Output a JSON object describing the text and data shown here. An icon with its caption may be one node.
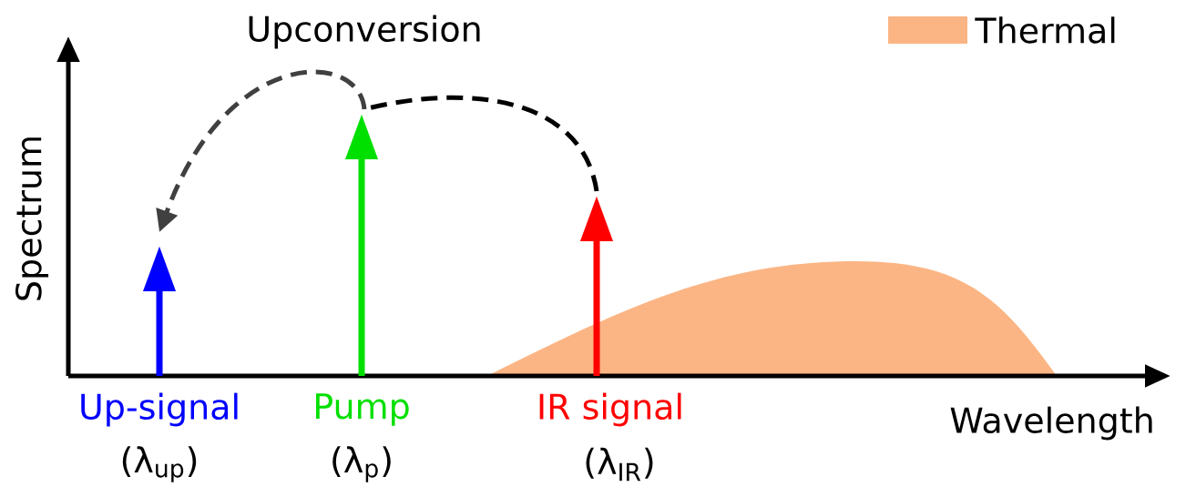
{
  "diagram": {
    "nodes": [
      {
        "text": [
          "Up-signal",
          "(λ$_{up}$)"
        ]
      },
      {
        "text": [
          "Pump",
          "(λ$_{p}$)"
        ]
      },
      {
        "text": [
          "IR signal",
          "(λ$_{IR}$)"
        ]
      }
    ],
    "edges": [
      {
        "from": 2,
        "to": 1,
        "arrow": "none",
        "style": "dashed"
      },
      {
        "from": 1,
        "to": 0,
        "arrow": "to",
        "style": "dashed",
        "color": "#404040",
        "label": "Upconversion"
      }
    ],
    "labels": [
      "Spectrum",
      "Wavelength"
    ],
    "legend": [
      {
        "text": "Thermal",
        "color": "#fbb584"
      }
    ]
  }
}
